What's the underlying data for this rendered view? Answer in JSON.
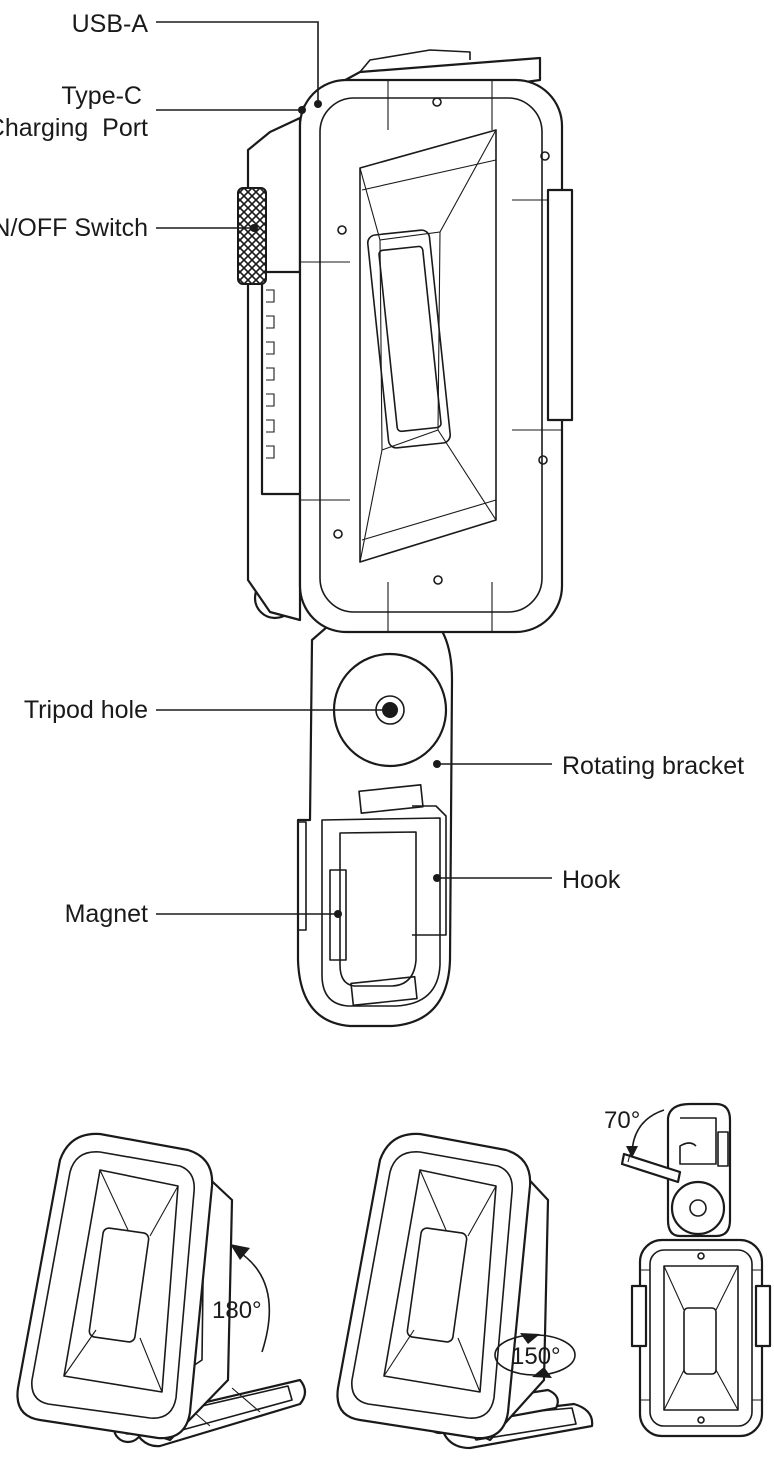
{
  "labels": {
    "usb_a": "USB-A",
    "type_c_line1": "Type-C",
    "type_c_line2": "Charging  Port",
    "on_off": "ON/OFF Switch",
    "tripod": "Tripod hole",
    "rotating": "Rotating bracket",
    "hook": "Hook",
    "magnet": "Magnet"
  },
  "angles": {
    "a180": "180°",
    "a150": "150°",
    "a70": "70°"
  },
  "colors": {
    "ink": "#1a1a1a",
    "background": "#ffffff"
  }
}
